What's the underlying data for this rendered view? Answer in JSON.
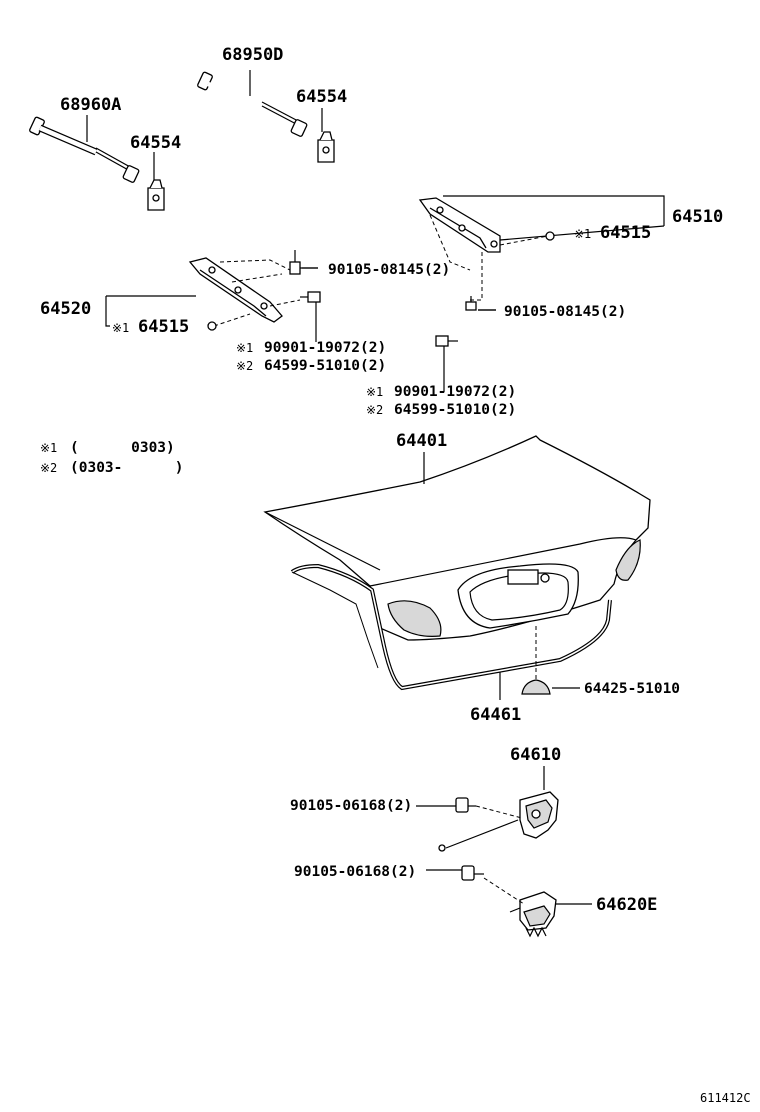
{
  "labels": {
    "p68950D": "68950D",
    "p64554_a": "64554",
    "p68960A": "68960A",
    "p64554_b": "64554",
    "p64510": "64510",
    "p64515_r": "64515",
    "p90105_08145_a": "90105-08145(2)",
    "p90105_08145_b": "90105-08145(2)",
    "p64520": "64520",
    "p64515_l": "64515",
    "p90901_l": "90901-19072(2)",
    "p64599_l": "64599-51010(2)",
    "p90901_r": "90901-19072(2)",
    "p64599_r": "64599-51010(2)",
    "p64401": "64401",
    "p64425": "64425-51010",
    "p64461": "64461",
    "p64610": "64610",
    "p90105_06168_a": "90105-06168(2)",
    "p90105_06168_b": "90105-06168(2)",
    "p64620E": "64620E"
  },
  "marks": {
    "m1": "※1",
    "m2": "※2"
  },
  "legend": {
    "note1_mark": "※1",
    "note1_text": "(      0303)",
    "note2_mark": "※2",
    "note2_text": "(0303-      )"
  },
  "drawing_code": "611412C"
}
